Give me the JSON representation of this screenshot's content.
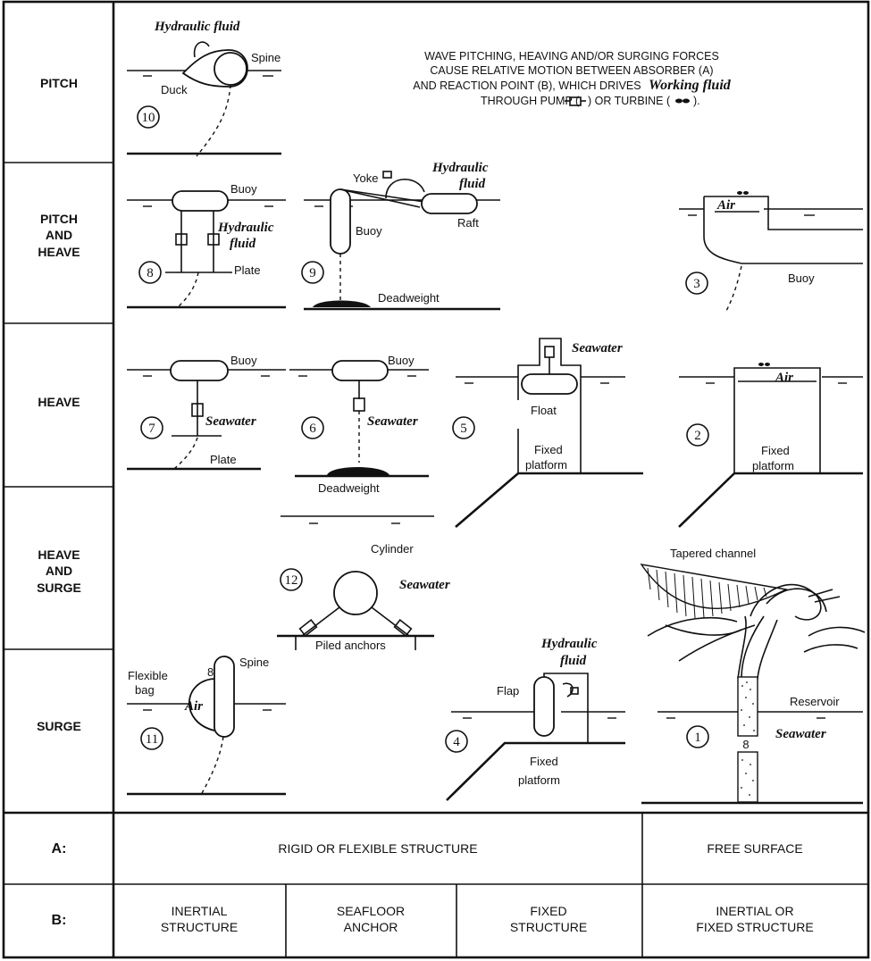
{
  "header": {
    "line1": "WAVE PITCHING, HEAVING AND/OR SURGING FORCES",
    "line2": "CAUSE RELATIVE MOTION BETWEEN ABSORBER (A)",
    "line3": "AND REACTION POINT (B), WHICH DRIVES",
    "line3_italic": "Working fluid",
    "line4a": "THROUGH PUMP (",
    "line4b": ") OR TURBINE (",
    "line4c": ")."
  },
  "rows": {
    "pitch": "PITCH",
    "pitch_and_heave": [
      "PITCH",
      "AND",
      "HEAVE"
    ],
    "heave": "HEAVE",
    "heave_and_surge": [
      "HEAVE",
      "AND",
      "SURGE"
    ],
    "surge": "SURGE"
  },
  "devices": {
    "d10": {
      "num": "10",
      "fluid": "Hydraulic fluid",
      "a": "Duck",
      "b": "Spine"
    },
    "d8": {
      "num": "8",
      "fluid1": "Hydraulic",
      "fluid2": "fluid",
      "a": "Buoy",
      "b": "Plate"
    },
    "d9": {
      "num": "9",
      "fluid1": "Hydraulic",
      "fluid2": "fluid",
      "a": "Buoy",
      "yoke": "Yoke",
      "raft": "Raft",
      "b": "Deadweight"
    },
    "d3": {
      "num": "3",
      "fluid": "Air",
      "a": "Buoy"
    },
    "d7": {
      "num": "7",
      "fluid": "Seawater",
      "a": "Buoy",
      "b": "Plate"
    },
    "d6": {
      "num": "6",
      "fluid": "Seawater",
      "a": "Buoy",
      "b": "Deadweight"
    },
    "d5": {
      "num": "5",
      "fluid": "Seawater",
      "a": "Float",
      "b1": "Fixed",
      "b2": "platform"
    },
    "d2": {
      "num": "2",
      "fluid": "Air",
      "b1": "Fixed",
      "b2": "platform"
    },
    "d12": {
      "num": "12",
      "a": "Cylinder",
      "fluid": "Seawater",
      "b": "Piled anchors"
    },
    "d1": {
      "num": "1",
      "a": "Tapered channel",
      "res": "Reservoir",
      "fluid": "Seawater"
    },
    "d11": {
      "num": "11",
      "a1": "Flexible",
      "a2": "bag",
      "fluid": "Air",
      "b": "Spine"
    },
    "d4": {
      "num": "4",
      "fluid1": "Hydraulic",
      "fluid2": "fluid",
      "a": "Flap",
      "b1": "Fixed",
      "b2": "platform"
    }
  },
  "footer": {
    "a_label": "A:",
    "a_rigid": "RIGID OR FLEXIBLE STRUCTURE",
    "a_free": "FREE SURFACE",
    "b_label": "B:",
    "b_inertial": [
      "INERTIAL",
      "STRUCTURE"
    ],
    "b_seafloor": [
      "SEAFLOOR",
      "ANCHOR"
    ],
    "b_fixed": [
      "FIXED",
      "STRUCTURE"
    ],
    "b_inertial_fixed": [
      "INERTIAL OR",
      "FIXED STRUCTURE"
    ]
  }
}
